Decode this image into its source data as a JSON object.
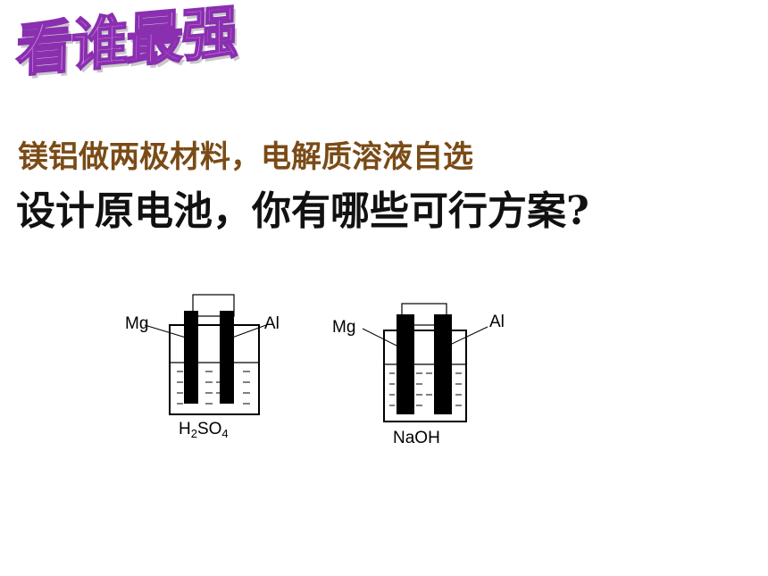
{
  "slide": {
    "title": "看谁最强",
    "line1": "镁铝做两极材料，电解质溶液自选",
    "line2": "设计原电池，你有哪些可行方案?"
  },
  "cells": [
    {
      "electrode_left": "Mg",
      "electrode_right": "Al",
      "electrolyte": {
        "p1": "H",
        "s1": "2",
        "p2": "SO",
        "s2": "4"
      }
    },
    {
      "electrode_left": "Mg",
      "electrode_right": "Al",
      "electrolyte": {
        "p1": "NaOH"
      }
    }
  ]
}
